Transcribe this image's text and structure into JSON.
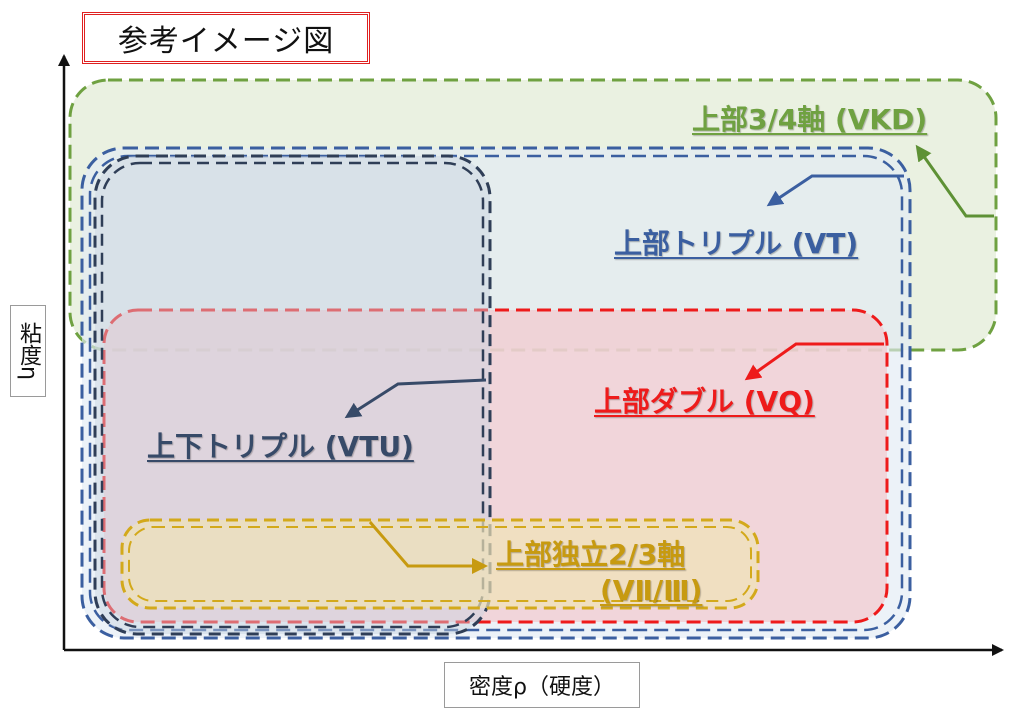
{
  "title": "参考イメージ図",
  "axes": {
    "y_label": "粘度η",
    "x_label": "密度ρ（硬度）"
  },
  "regions": {
    "vkd": {
      "label": "上部3/4軸 (VKD)",
      "color": "#6fa141"
    },
    "vt": {
      "label": "上部トリプル (VT)",
      "color": "#3b5fa0"
    },
    "vq": {
      "label": "上部ダブル (VQ)",
      "color": "#ee1b1b"
    },
    "vtu": {
      "label": "上下トリプル (VTU)",
      "color": "#374a68"
    },
    "v23": {
      "label_line1": "上部独立2/3軸",
      "label_line2": "(VⅡ/Ⅲ)",
      "color": "#c79a10"
    }
  }
}
